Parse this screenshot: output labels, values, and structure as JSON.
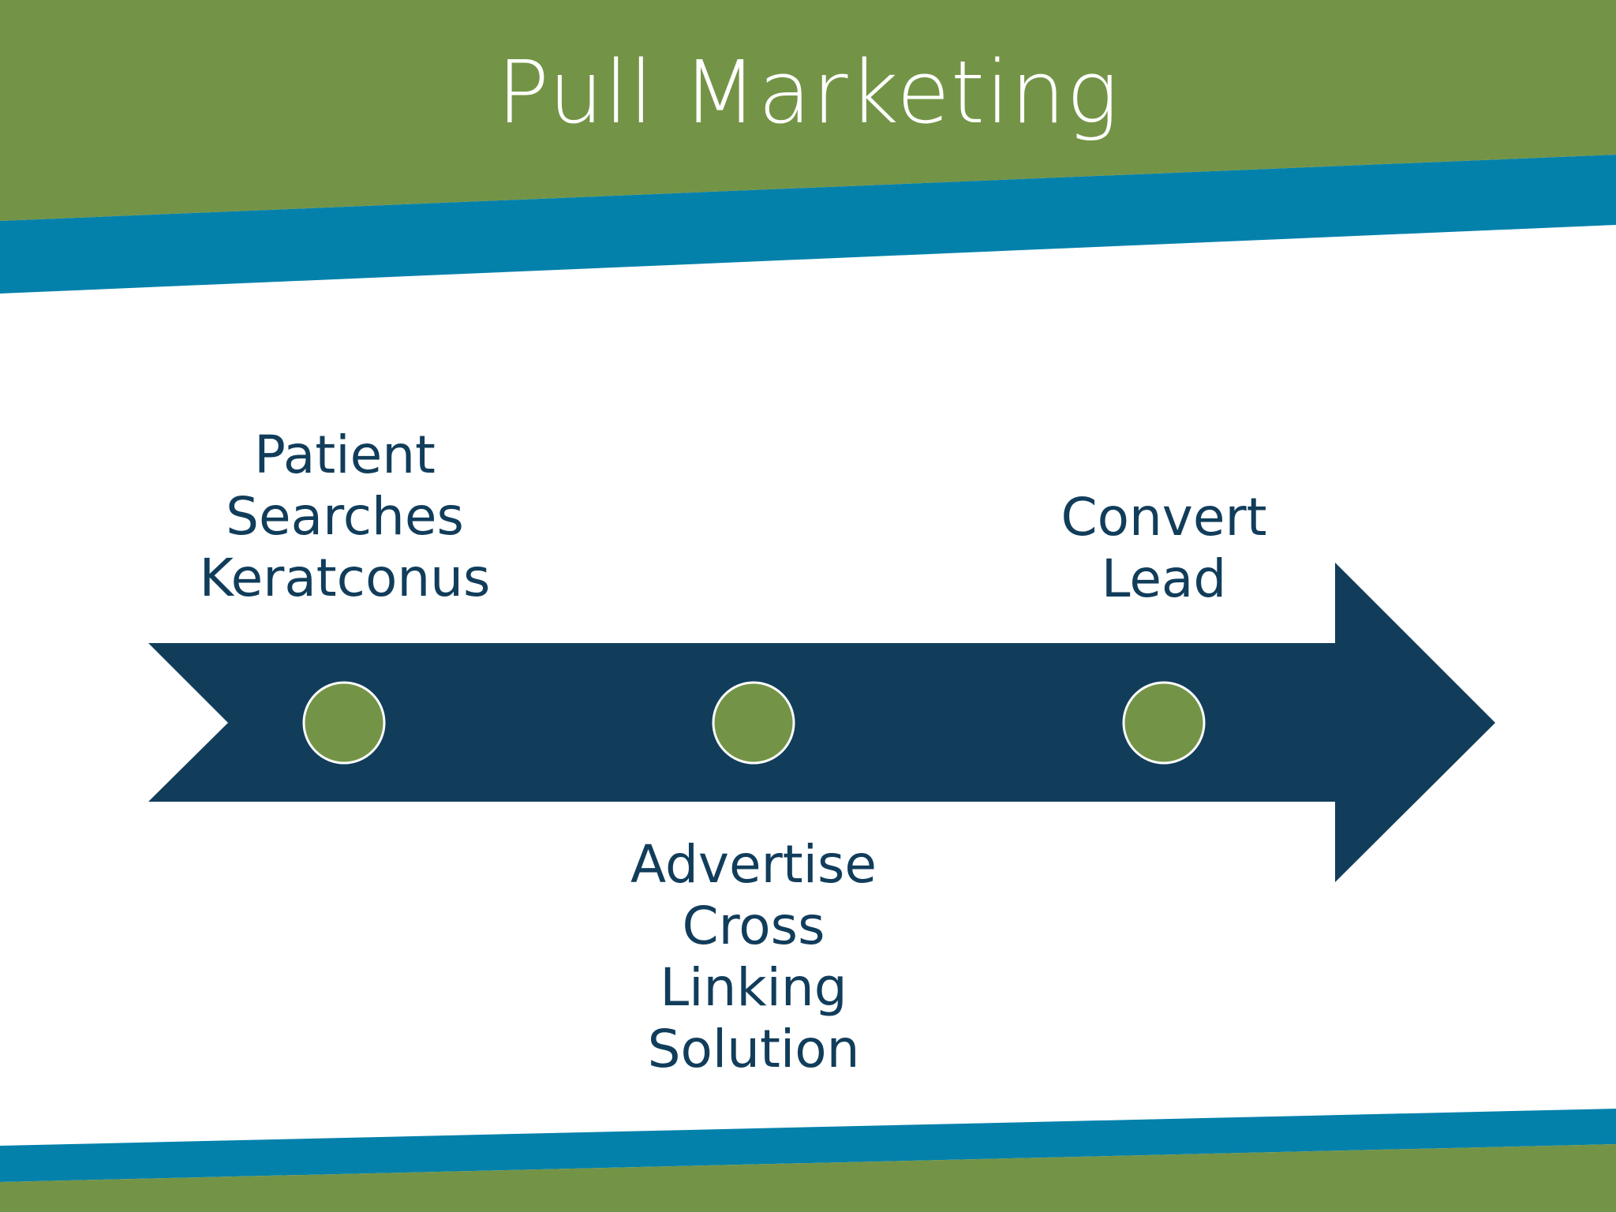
{
  "title": "Pull Marketing",
  "colors": {
    "green": "#739446",
    "blue": "#0381ab",
    "navy": "#113d5b",
    "white": "#ffffff",
    "text": "#113d5b"
  },
  "steps": [
    {
      "lines": [
        "Patient",
        "Searches",
        "Keratconus"
      ],
      "position": "above"
    },
    {
      "lines": [
        "Advertise",
        "Cross",
        "Linking",
        "Solution"
      ],
      "position": "below"
    },
    {
      "lines": [
        "Convert",
        "Lead"
      ],
      "position": "above"
    }
  ]
}
